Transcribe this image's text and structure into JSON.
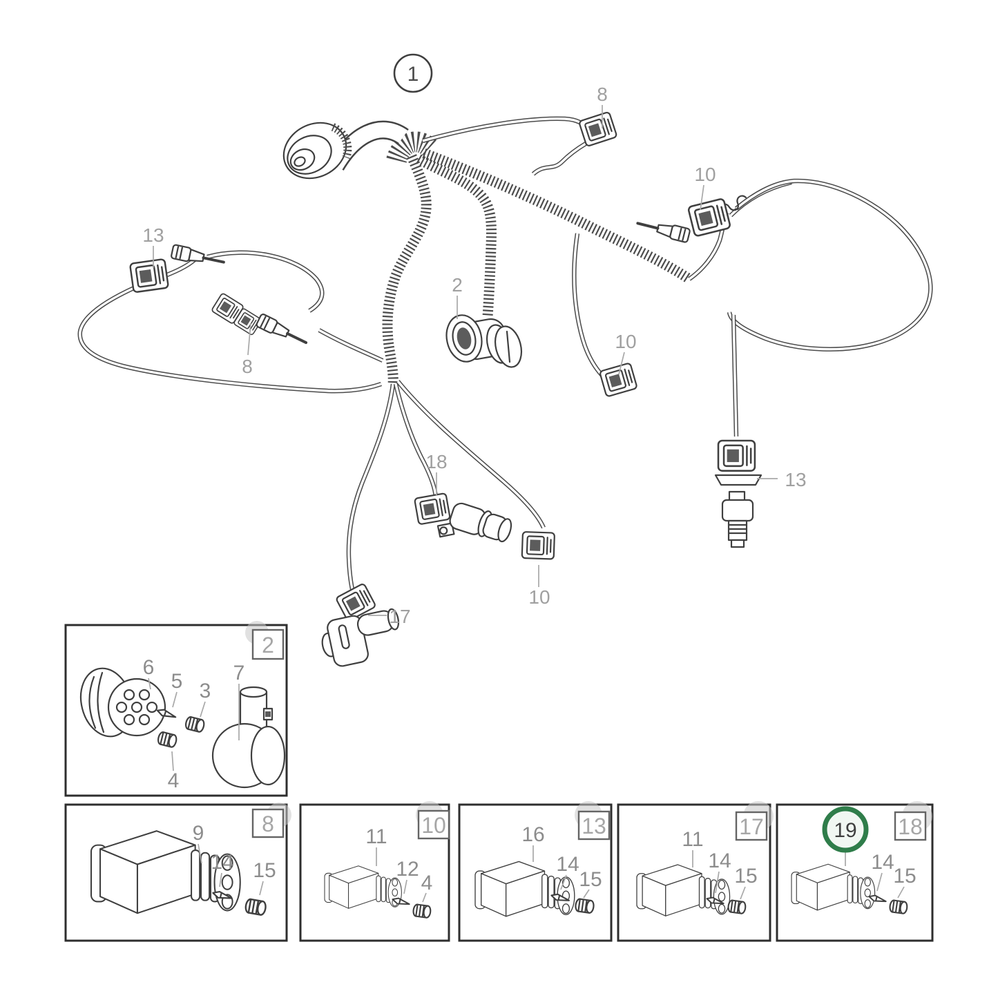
{
  "diagram": {
    "assembly_label": "1",
    "callout_color": "#a0a0a0",
    "line_color": "#3f3f3f",
    "callouts": [
      {
        "id": "connector-8-top",
        "label": "8"
      },
      {
        "id": "sensor-10-top",
        "label": "10"
      },
      {
        "id": "connector-13-left",
        "label": "13"
      },
      {
        "id": "sensor-8-left",
        "label": "8"
      },
      {
        "id": "connector-2",
        "label": "2"
      },
      {
        "id": "connector-10-mid",
        "label": "10"
      },
      {
        "id": "connector-18",
        "label": "18"
      },
      {
        "id": "sensor-13-right",
        "label": "13"
      },
      {
        "id": "connector-10-bottom",
        "label": "10"
      },
      {
        "id": "sensor-17",
        "label": "17"
      }
    ]
  },
  "insets": [
    {
      "badge": "2",
      "parts": [
        "6",
        "5",
        "3",
        "7",
        "4"
      ]
    },
    {
      "badge": "8",
      "parts": [
        "9",
        "14",
        "15"
      ]
    },
    {
      "badge": "10",
      "parts": [
        "11",
        "12",
        "4"
      ]
    },
    {
      "badge": "13",
      "parts": [
        "16",
        "14",
        "15"
      ]
    },
    {
      "badge": "17",
      "parts": [
        "11",
        "14",
        "15"
      ]
    },
    {
      "badge": "18",
      "parts": [
        "19",
        "14",
        "15"
      ],
      "highlighted_part": "19",
      "highlight_color": "#2f7d4a"
    }
  ]
}
